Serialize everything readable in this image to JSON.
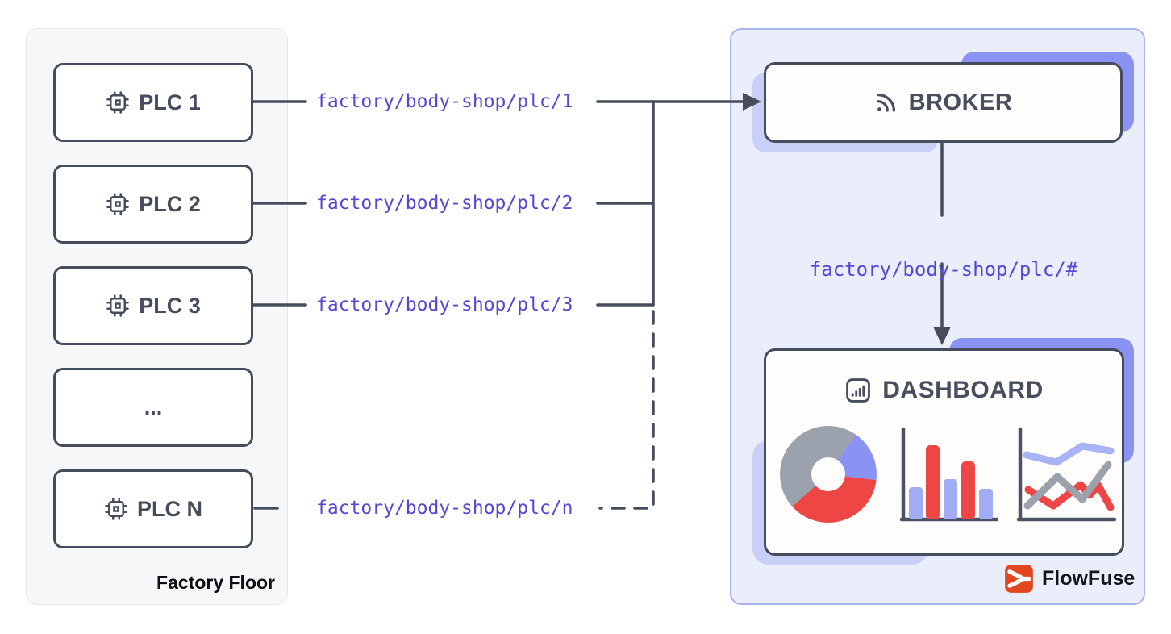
{
  "factory": {
    "label": "Factory Floor",
    "nodes": [
      {
        "label": "PLC 1",
        "icon": "chip-icon"
      },
      {
        "label": "PLC 2",
        "icon": "chip-icon"
      },
      {
        "label": "PLC 3",
        "icon": "chip-icon"
      },
      {
        "label": "..."
      },
      {
        "label": "PLC N",
        "icon": "chip-icon"
      }
    ]
  },
  "topics": {
    "plc1": "factory/body-shop/plc/1",
    "plc2": "factory/body-shop/plc/2",
    "plc3": "factory/body-shop/plc/3",
    "plcn": "factory/body-shop/plc/n",
    "wildcard": "factory/body-shop/plc/#"
  },
  "broker": {
    "label": "BROKER",
    "icon": "rss-icon"
  },
  "dashboard": {
    "label": "DASHBOARD",
    "icon": "bar-chart-icon",
    "mini_charts": [
      "donut-chart",
      "bar-chart",
      "line-chart"
    ]
  },
  "brand": {
    "label": "FlowFuse",
    "icon": "flowfuse-mark"
  },
  "colors": {
    "line": "#454D5C",
    "topic_text": "#5348D4",
    "accent_indigo": "#8A93F3",
    "accent_indigo_light": "#C9D0F7",
    "right_panel_bg": "#EAEDFA",
    "left_panel_bg": "#F6F7F9",
    "chart_gray": "#9BA2AE",
    "chart_red": "#EE4545",
    "chart_periwinkle": "#A2ACF4",
    "brand_red": "#E1461E"
  }
}
